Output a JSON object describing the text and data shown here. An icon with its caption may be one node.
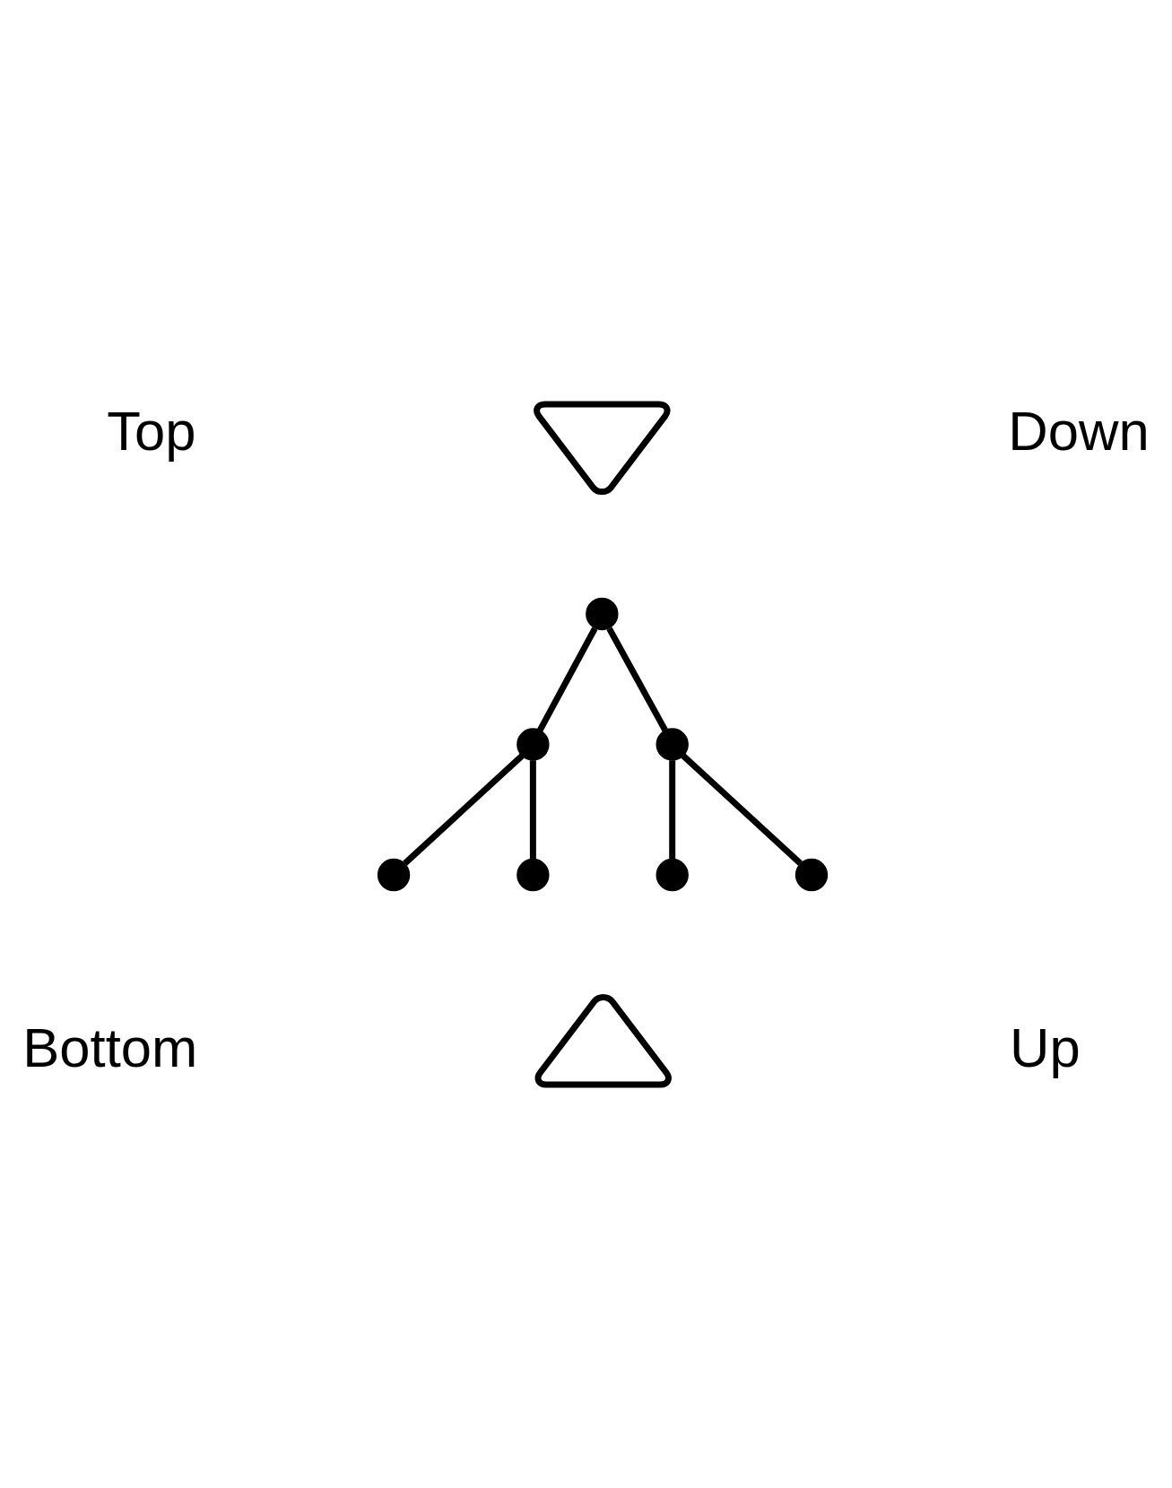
{
  "diagram": {
    "nodes": [
      {
        "text": [],
        "shape": "triangle"
      },
      {
        "text": [],
        "shape": "circle"
      },
      {
        "text": [],
        "shape": "circle"
      },
      {
        "text": [],
        "shape": "circle"
      },
      {
        "text": [],
        "shape": "circle"
      },
      {
        "text": [],
        "shape": "circle"
      },
      {
        "text": [],
        "shape": "circle"
      },
      {
        "text": [],
        "shape": "circle"
      },
      {
        "text": [],
        "shape": "triangle"
      }
    ],
    "edges": [
      {
        "from": 1,
        "to": 2,
        "arrow": "none"
      },
      {
        "from": 1,
        "to": 3,
        "arrow": "none"
      },
      {
        "from": 2,
        "to": 4,
        "arrow": "none"
      },
      {
        "from": 2,
        "to": 5,
        "arrow": "none"
      },
      {
        "from": 3,
        "to": 6,
        "arrow": "none"
      },
      {
        "from": 3,
        "to": 7,
        "arrow": "none"
      }
    ],
    "labels": [
      "Top",
      "Down",
      "Bottom",
      "Up"
    ]
  }
}
